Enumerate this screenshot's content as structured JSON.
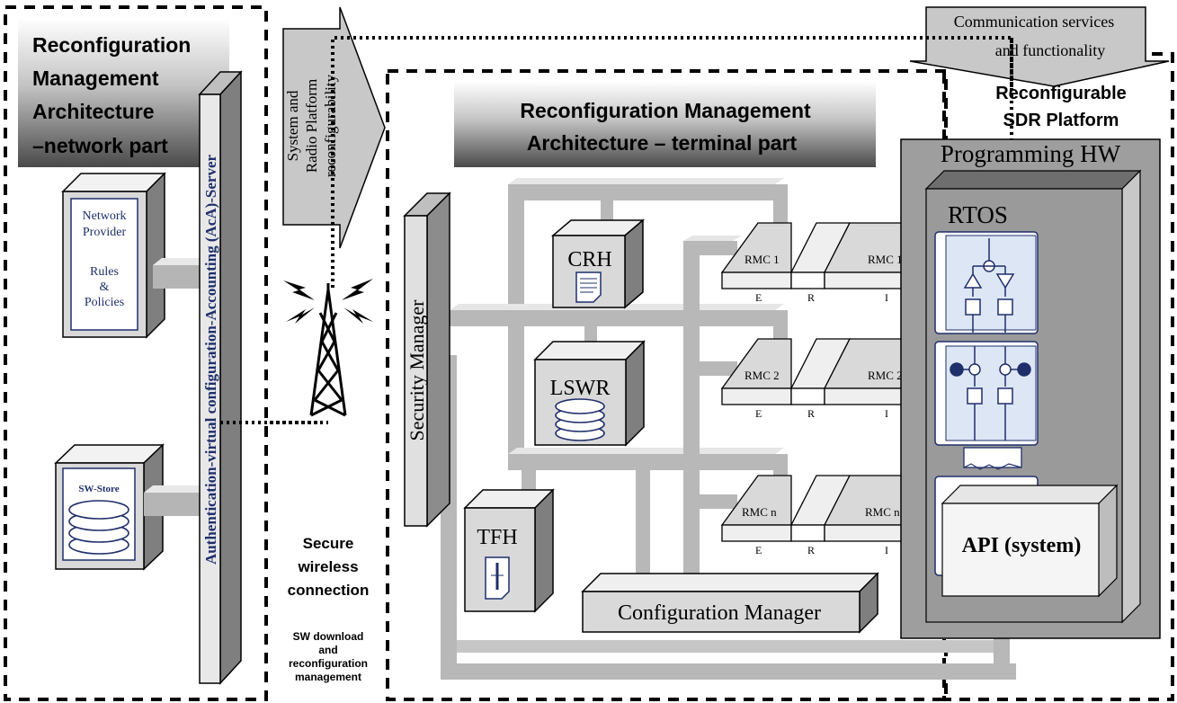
{
  "network_part": {
    "title_line1": "Reconfiguration",
    "title_line2": "Management",
    "title_line3": "Architecture",
    "title_line4": "–network part",
    "aca_server": "Authentication-virtual configuration-Accounting (AcA)-Server",
    "provider": {
      "line1": "Network",
      "line2": "Provider",
      "line3": "Rules",
      "line4": "&",
      "line5": "Policies"
    },
    "sw_store": "SW-Store"
  },
  "connection": {
    "arrow_line1": "System and",
    "arrow_line2": "Radio Platform",
    "arrow_line3": "reconfigurability",
    "secure_line1": "Secure",
    "secure_line2": "wireless",
    "secure_line3": "connection",
    "download_line1": "SW download",
    "download_line2": "and",
    "download_line3": "reconfiguration",
    "download_line4": "management"
  },
  "comm_services": {
    "line1": "Communication services",
    "line2": "and  functionality"
  },
  "sdr": {
    "line1": "Reconfigurable",
    "line2": "SDR  Platform",
    "programming_hw": "Programming HW",
    "rtos": "RTOS",
    "api": "API (system)"
  },
  "terminal_part": {
    "title_line1": "Reconfiguration Management",
    "title_line2": "Architecture – terminal part",
    "security_manager": "Security Manager",
    "crh": "CRH",
    "lswr": "LSWR",
    "tfh": "TFH",
    "config_manager": "Configuration Manager",
    "rmc_rows": [
      {
        "left": "RMC 1",
        "right": "RMC 1"
      },
      {
        "left": "RMC 2",
        "right": "RMC 2"
      },
      {
        "left": "RMC n",
        "right": "RMC n"
      }
    ],
    "rmc_labels": {
      "e": "E",
      "r": "R",
      "i": "I"
    }
  }
}
